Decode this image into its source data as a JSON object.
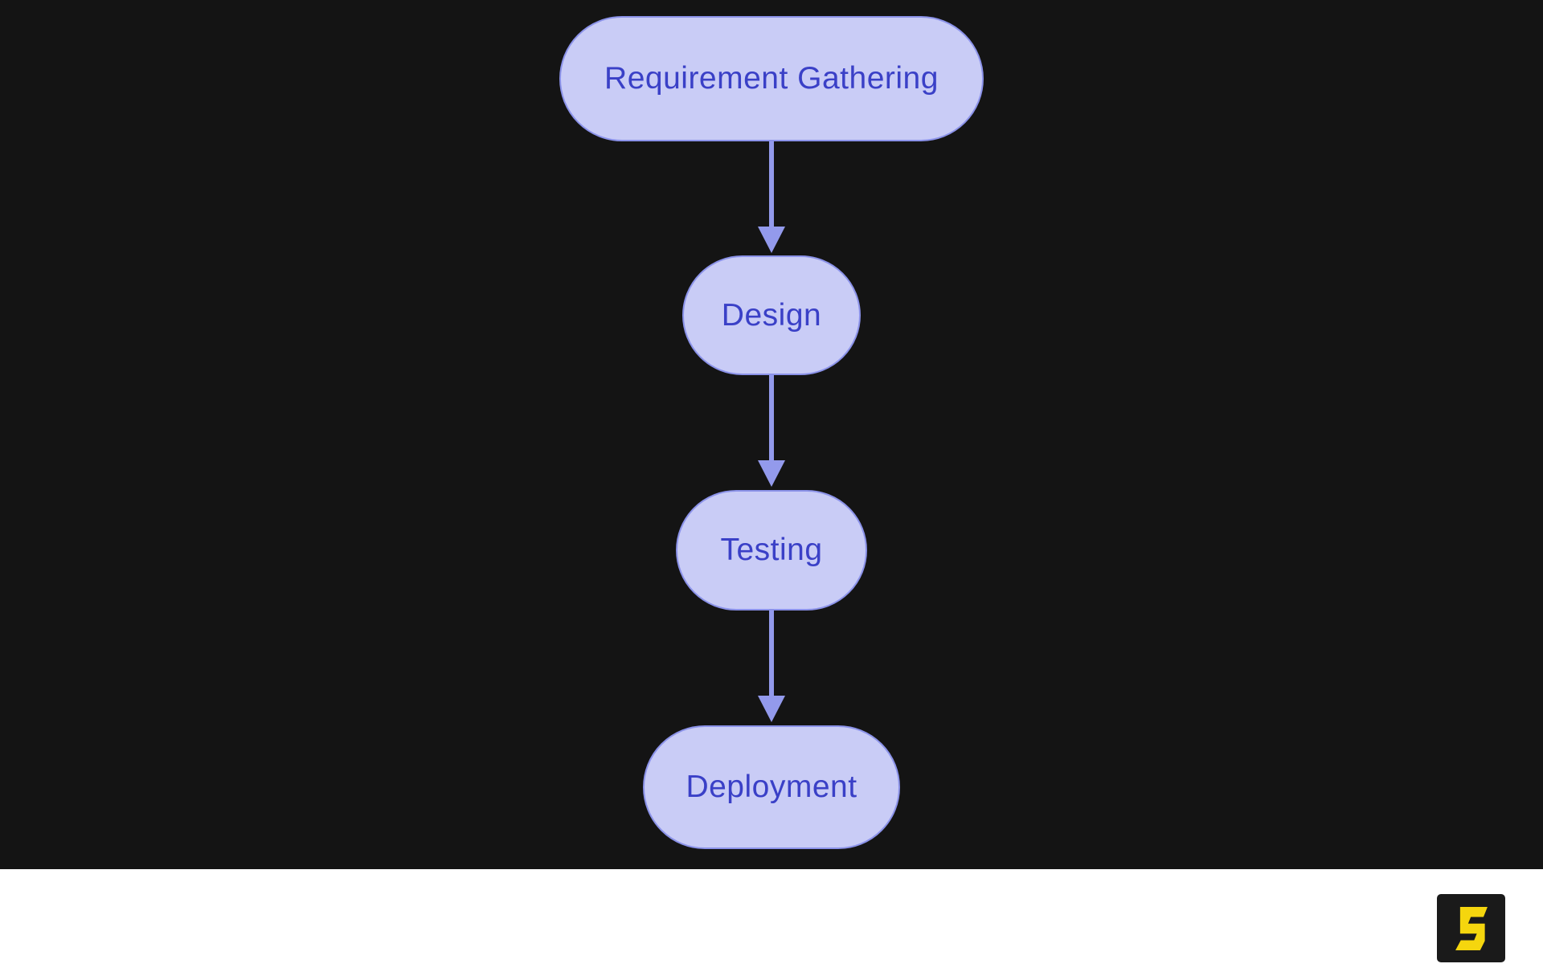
{
  "diagram": {
    "type": "flowchart",
    "direction": "top-down",
    "nodes": [
      {
        "id": "requirement",
        "label": "Requirement Gathering",
        "shape": "stadium"
      },
      {
        "id": "design",
        "label": "Design",
        "shape": "stadium"
      },
      {
        "id": "testing",
        "label": "Testing",
        "shape": "stadium"
      },
      {
        "id": "deployment",
        "label": "Deployment",
        "shape": "stadium"
      }
    ],
    "edges": [
      {
        "from": "requirement",
        "to": "design",
        "style": "arrow-down"
      },
      {
        "from": "design",
        "to": "testing",
        "style": "arrow-down"
      },
      {
        "from": "testing",
        "to": "deployment",
        "style": "arrow-down"
      }
    ]
  },
  "footer": {
    "logo_icon": "angular-s-logo"
  },
  "colors": {
    "canvas_background": "#141414",
    "footer_background": "#ffffff",
    "node_fill": "#c9ccf6",
    "node_border": "#8b92e9",
    "node_text": "#3a40c7",
    "arrow": "#939aec",
    "logo_background": "#1a1a1a",
    "logo_glyph": "#f5d60e"
  }
}
